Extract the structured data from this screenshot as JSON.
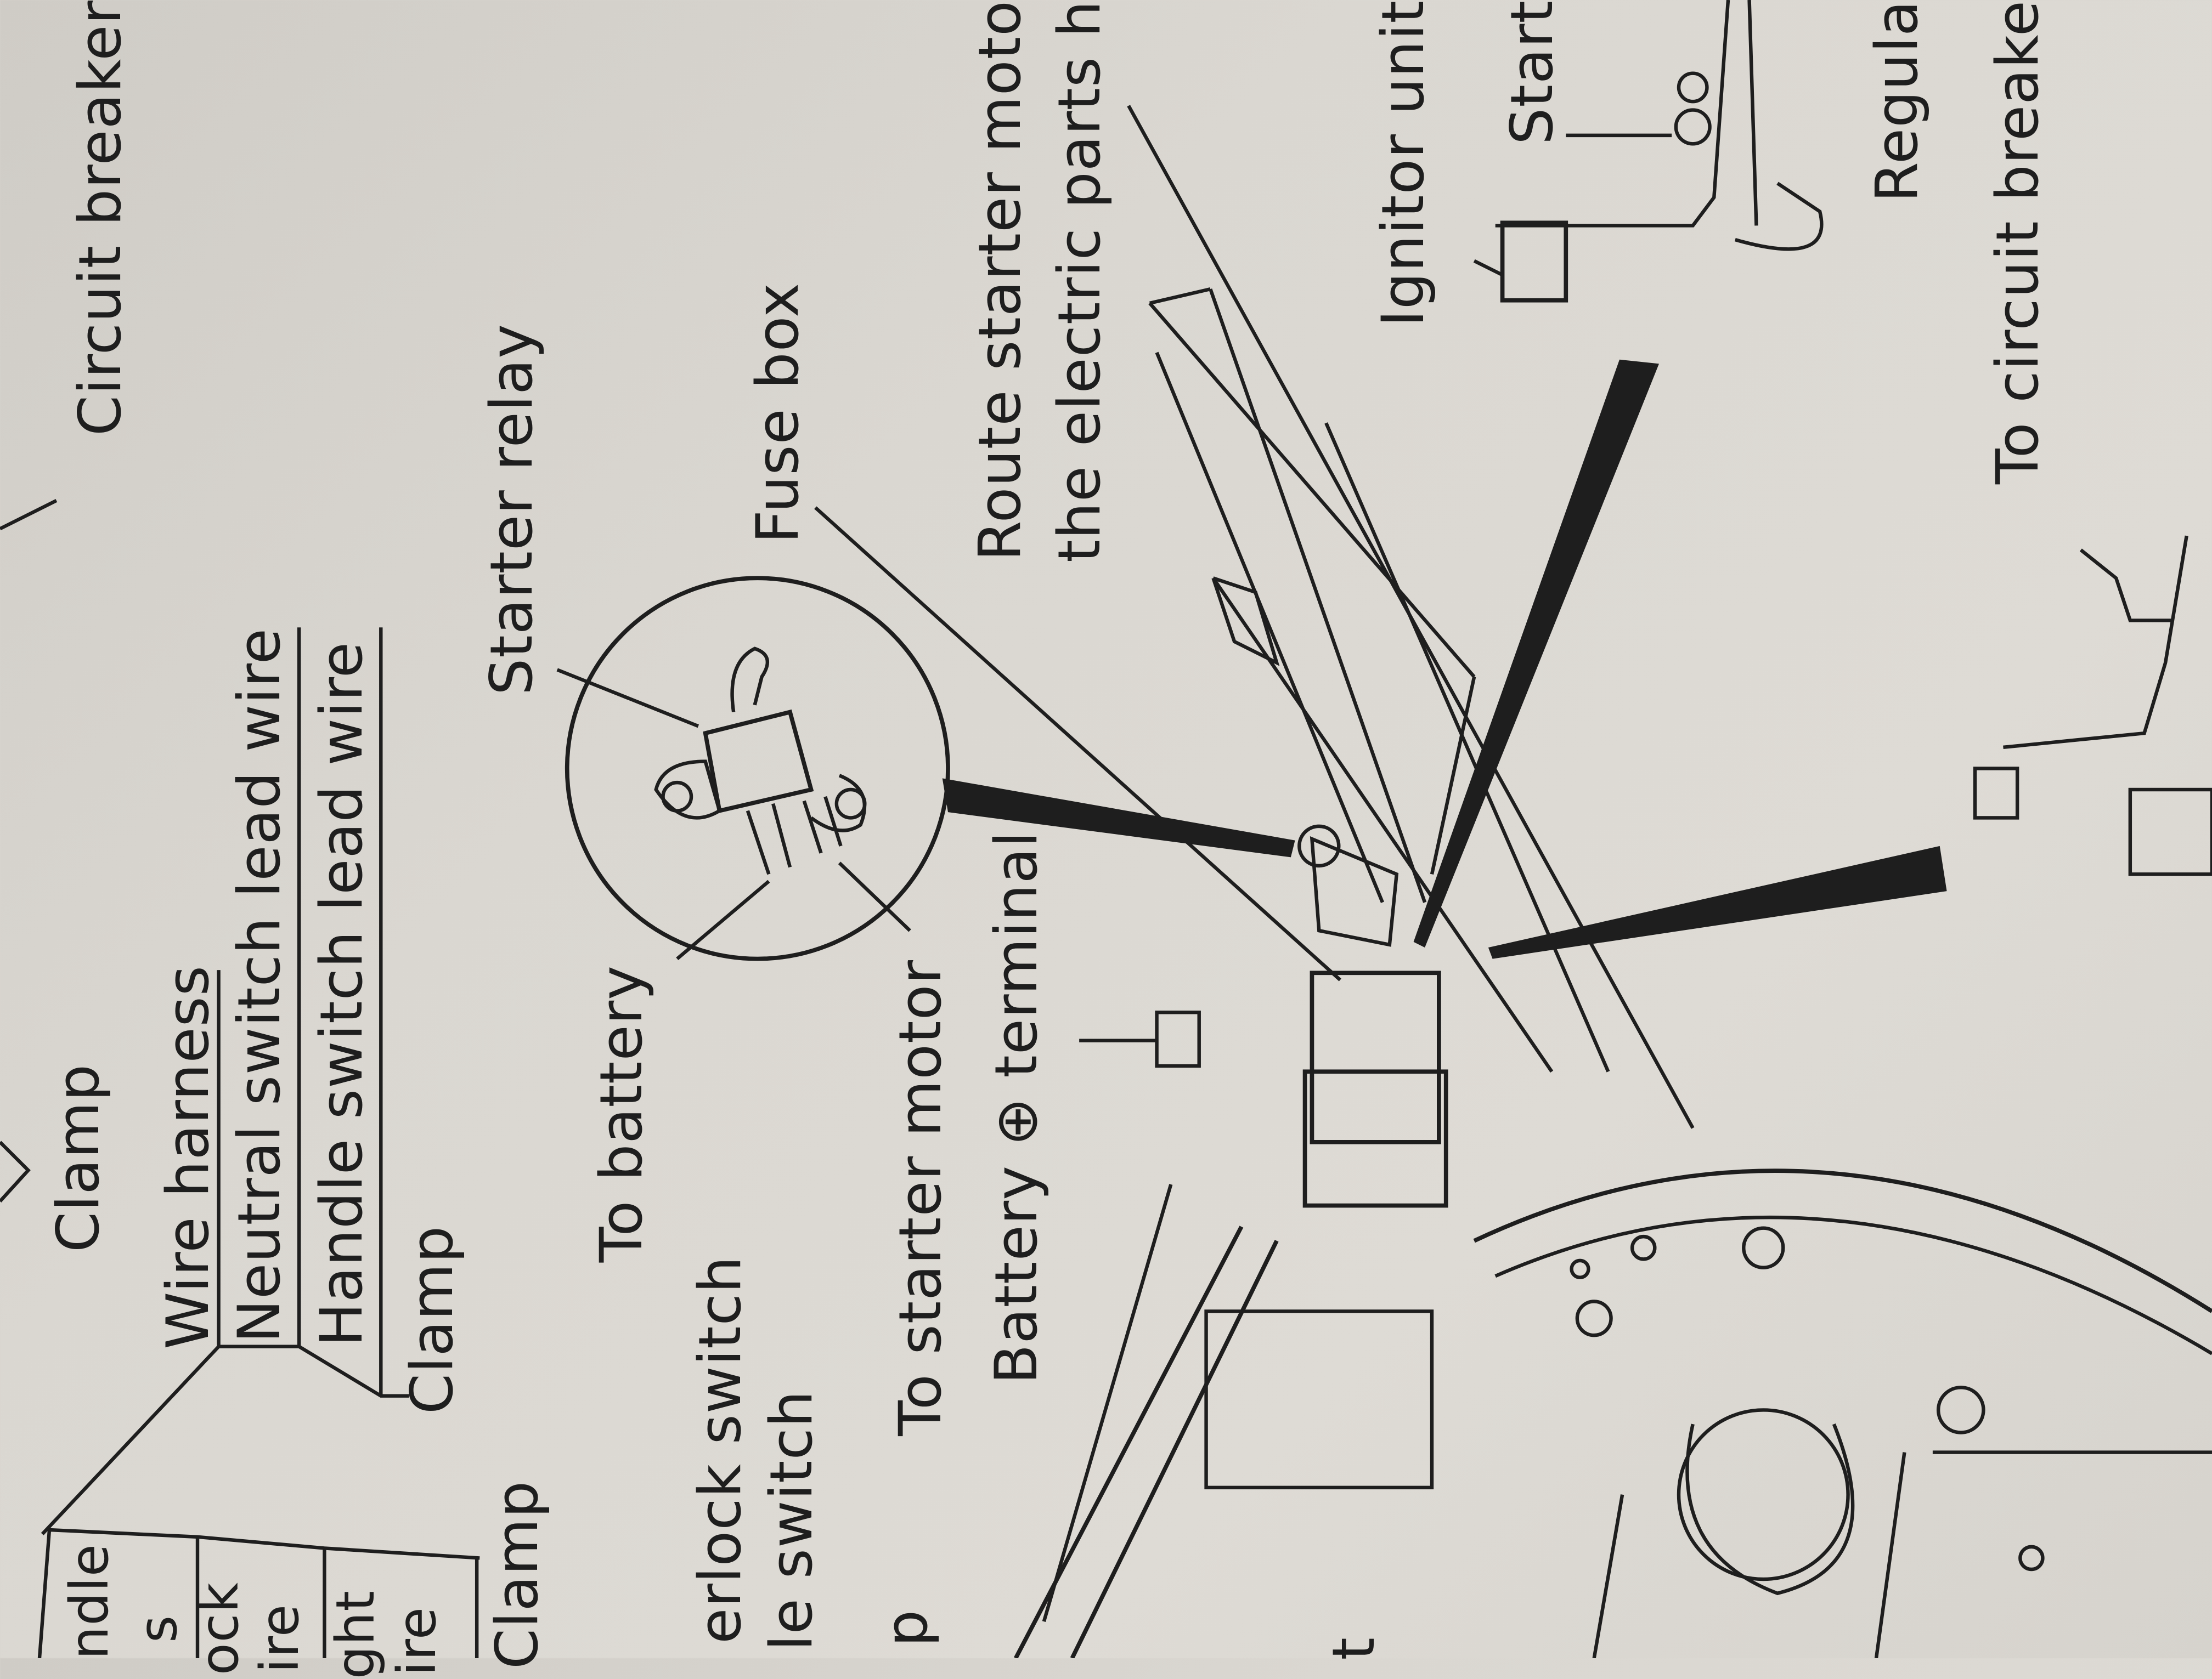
{
  "labels": {
    "circuit_breaker": "Circuit breaker",
    "clamp_top": "Clamp",
    "wire_harness": "Wire harness",
    "neutral_switch_lead_wire": "Neutral switch lead wire",
    "handle_switch_lead_wire": "Handle switch lead wire",
    "clamp_mid": "Clamp",
    "clamp_left": "Clamp",
    "starter_relay": "Starter relay",
    "fuse_box": "Fuse box",
    "to_battery": "To battery",
    "to_starter_motor": "To starter motor",
    "battery_terminal": "Battery ⊕ terminal",
    "route_line1": "Route starter moto",
    "route_line2": "the electric parts h",
    "ignitor_unit": "Ignitor unit",
    "start_partial": "Start",
    "regula_partial": "Regula",
    "to_circuit_breaker": "To circuit breake"
  },
  "partial_left": {
    "table_row1": "ndle",
    "table_row2": "s",
    "table_row3": "ock",
    "table_row4": "ire",
    "table_row5": "ght",
    "table_row6": "ire",
    "interlock": "erlock switch",
    "le_switch": "le switch",
    "p": "p",
    "t": "t"
  },
  "colors": {
    "ink": "#1e1e1e",
    "paper": "#dad7d1"
  }
}
